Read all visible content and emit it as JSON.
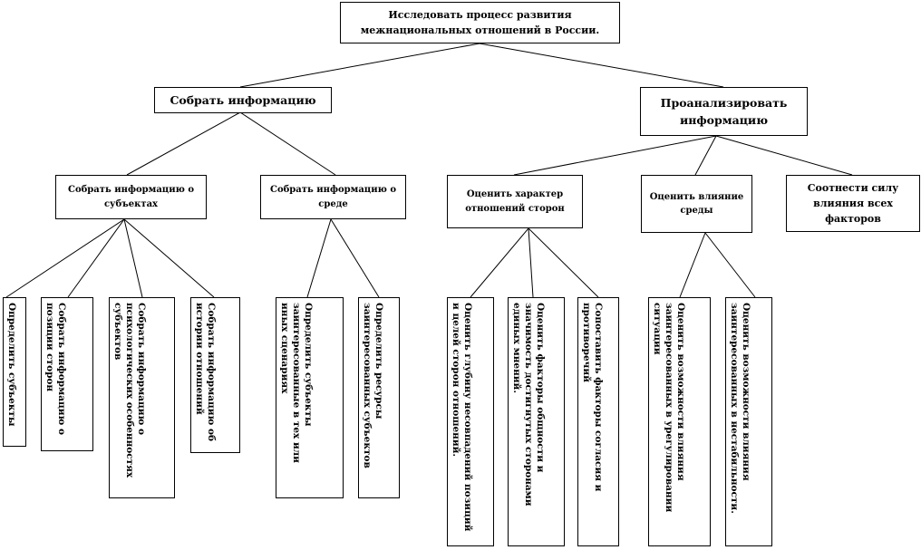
{
  "diagram": {
    "root": "Исследовать процесс развития межнациональных отношений в России.",
    "branches": [
      {
        "label": "Собрать информацию",
        "children": [
          {
            "label": "Собрать информацию о субъектах",
            "leaves": [
              "Определить субъекты",
              "Собрать информацию о позиции сторон",
              "Собрать информацию о психологических особенностях субъектов",
              "Собрать информацию об истории отношений"
            ]
          },
          {
            "label": "Собрать информацию о среде",
            "leaves": [
              "Определить субъекты заинтересованные в тех или иных сценариях",
              "Определить ресурсы заинтересованных субъектов"
            ]
          }
        ]
      },
      {
        "label": "Проанализировать информацию",
        "children": [
          {
            "label": "Оценить характер отношений сторон",
            "leaves": [
              "Оценить глубину несовпадений позиций и целей сторон отношений.",
              "Оценить факторы общности и значимость достигнутых сторонами единых мнений.",
              "Сопоставить факторы согласия и противоречий"
            ]
          },
          {
            "label": "Оценить влияние среды",
            "leaves": [
              "Оценить возможности влияния заинтересованных в урегулировании ситуации",
              "Оценить возможности влияния заинтересованных в нестабильности."
            ]
          },
          {
            "label": "Соотнести силу влияния всех факторов",
            "leaves": []
          }
        ]
      }
    ]
  }
}
